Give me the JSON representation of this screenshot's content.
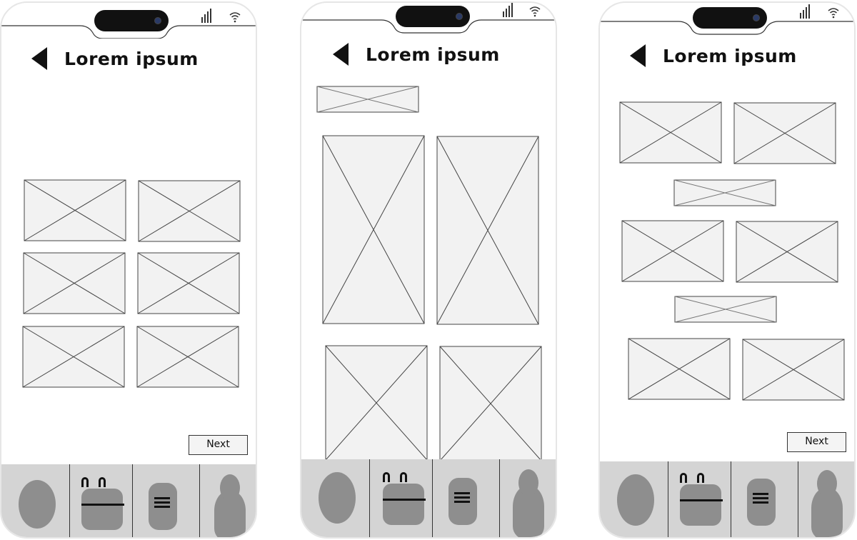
{
  "screens": [
    {
      "header": {
        "title": "Lorem ipsum"
      },
      "next_label": "Next",
      "tabs": [
        {
          "icon": "home-icon"
        },
        {
          "icon": "shopping-bag-icon"
        },
        {
          "icon": "menu-icon"
        },
        {
          "icon": "profile-icon"
        }
      ]
    },
    {
      "header": {
        "title": "Lorem ipsum"
      },
      "tabs": [
        {
          "icon": "home-icon"
        },
        {
          "icon": "shopping-bag-icon"
        },
        {
          "icon": "menu-icon"
        },
        {
          "icon": "profile-icon"
        }
      ]
    },
    {
      "header": {
        "title": "Lorem ipsum"
      },
      "next_label": "Next",
      "tabs": [
        {
          "icon": "home-icon"
        },
        {
          "icon": "shopping-bag-icon"
        },
        {
          "icon": "menu-icon"
        },
        {
          "icon": "profile-icon"
        }
      ]
    }
  ],
  "colors": {
    "placeholder_fill": "#f2f2f2",
    "tabbar": "#d4d4d4",
    "icon_fill": "#8e8e8e"
  }
}
